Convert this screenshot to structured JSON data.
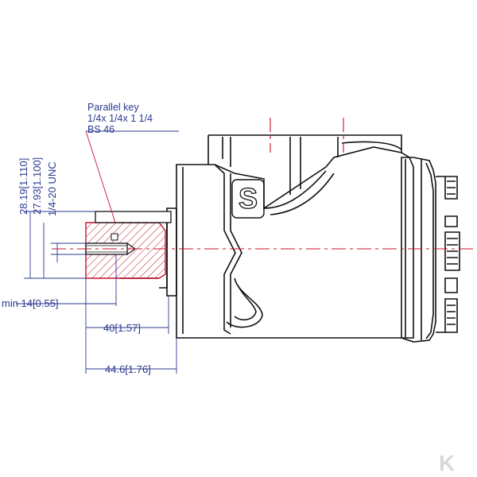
{
  "parallel_key_note": {
    "line1": "Parallel key",
    "line2": "1/4x 1/4x 1 1/4",
    "line3": "BS 46"
  },
  "dimensions": {
    "height_outer": "28.19[1.110]",
    "height_inner": "27.93[1.100]",
    "thread": "1/4-20 UNC",
    "min_depth": "min 14[0.55]",
    "shaft_length": "40[1.57]",
    "flange_to_end": "44.6[1.76]"
  },
  "logo_letter": "S",
  "watermark": "K",
  "colors": {
    "outline": "#111111",
    "section_red": "#c8102e",
    "dimension_blue": "#2b3a8f",
    "watermark": "#d8d8d8"
  }
}
